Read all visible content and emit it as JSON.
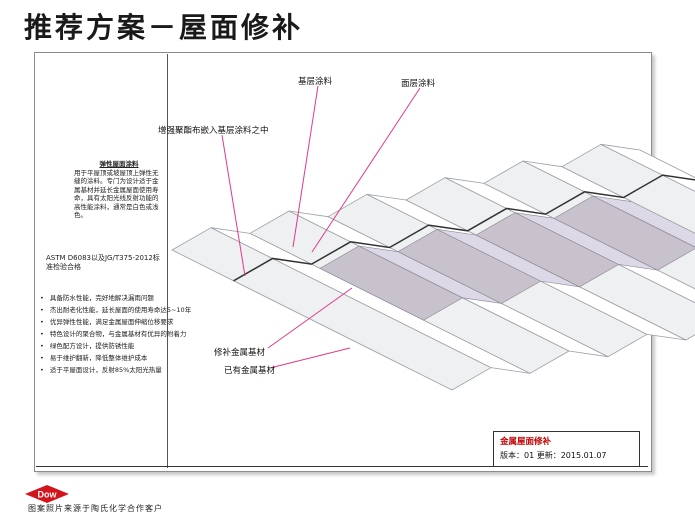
{
  "slide": {
    "title": "推荐方案－屋面修补"
  },
  "panel": {
    "product_heading": "弹性屋面涂料",
    "product_desc": "用于平屋顶或坡屋顶上弹性无缝的涂料。专门为设计适于金属基材并延长金属屋面使用寿命，具有太阳光线反射功能的高性能涂料，通常是白色或浅色。",
    "standard": "ASTM D6083以及JG/T375-2012标准检验合格",
    "bullets": [
      "具备防水性能，完好地解决漏雨问题",
      "杰出耐老化性能，延长屋面的使用寿命达5~10年",
      "优异弹性性能，满足金属屋面伸缩位移要求",
      "特色设计的聚合物，与金属基材有优异的附着力",
      "绿色配方设计，提供防锈性能",
      "易于维护翻新，降低整体维护成本",
      "适于平屋面设计，反射85%太阳光热量"
    ]
  },
  "callouts": {
    "base_coat": "基层涂料",
    "top_coat": "面层涂料",
    "fabric": "增强聚酯布嵌入基层涂料之中",
    "repair_substrate": "修补金属基材",
    "existing_substrate": "已有金属基材"
  },
  "info_box": {
    "name": "金属屋面修补",
    "version_line": "版本：01    更新：2015.01.07"
  },
  "footer": {
    "logo_text": "Dow",
    "note": "图案照片来源于陶氏化学合作客户"
  },
  "colors": {
    "leader_line": "#e23a8a",
    "info_title": "#c00000",
    "logo_red": "#d4141c",
    "roof_panel": "#eef0f2",
    "coating_base": "#c8c2cc",
    "coating_top": "#dcd8e8"
  }
}
